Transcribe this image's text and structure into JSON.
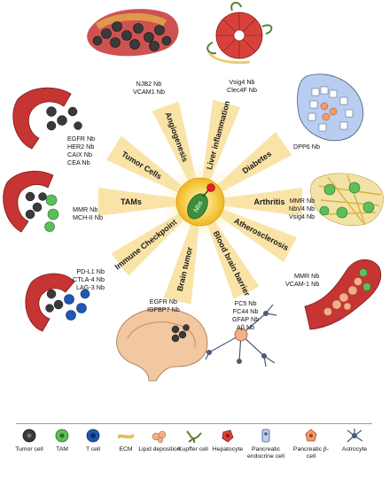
{
  "center": {
    "label": "Nbs"
  },
  "rays": [
    {
      "id": "angiogenesis",
      "label": "Angiogenesis"
    },
    {
      "id": "liver",
      "label": "Liver inflammation"
    },
    {
      "id": "diabetes",
      "label": "Diabetes"
    },
    {
      "id": "arthritis",
      "label": "Arthritis"
    },
    {
      "id": "athero",
      "label": "Atherosclerosis"
    },
    {
      "id": "bbb",
      "label": "Blood brain barrier"
    },
    {
      "id": "brain",
      "label": "Brain tumor"
    },
    {
      "id": "checkpoint",
      "label": "Immune Checkpoint"
    },
    {
      "id": "tams",
      "label": "TAMs"
    },
    {
      "id": "tumor",
      "label": "Tumor Cells"
    }
  ],
  "nanobodies": {
    "angiogenesis": [
      "NJB2 Nb",
      "VCAM1 Nb"
    ],
    "liver": [
      "Vsig4 Nb",
      "Clec4F Nb"
    ],
    "diabetes": [
      "DPP6 Nb"
    ],
    "arthritis": [
      "MMR Nb",
      "NbV4 Nb",
      "Vsig4 Nb"
    ],
    "athero": [
      "MMR Nb",
      "VCAM-1 Nb"
    ],
    "bbb": [
      "FC5 Nb",
      "FC44 Nb",
      "GFAP Nb",
      "Aβ Nb"
    ],
    "brain": [
      "EGFR Nb",
      "IGFBP7 Nb"
    ],
    "checkpoint": [
      "PD-L1 Nb",
      "CTLA-4 Nb",
      "LAG-3 Nb"
    ],
    "tams": [
      "MMR Nb",
      "MCH-II Nb"
    ],
    "tumor": [
      "EGFR Nb",
      "HER2 Nb",
      "CAIX Nb",
      "CEA Nb"
    ]
  },
  "legend": [
    {
      "id": "tumor-cell",
      "label": "Tumor cell",
      "icon": "tumor-cell-icon",
      "color": "#3a3a3a"
    },
    {
      "id": "tam",
      "label": "TAM",
      "icon": "tam-icon",
      "color": "#5cbf5a"
    },
    {
      "id": "t-cell",
      "label": "T cell",
      "icon": "t-cell-icon",
      "color": "#1f57b4"
    },
    {
      "id": "ecm",
      "label": "ECM",
      "icon": "ecm-icon",
      "color": "#e8c24a"
    },
    {
      "id": "lipid",
      "label": "Lipid deposition",
      "icon": "lipid-icon",
      "color": "#f0b08a"
    },
    {
      "id": "kupffer",
      "label": "Kupffer cell",
      "icon": "kupffer-icon",
      "color": "#5c7d3a"
    },
    {
      "id": "hepatocyte",
      "label": "Hepatocyte",
      "icon": "hepatocyte-icon",
      "color": "#d8413a"
    },
    {
      "id": "endocrine",
      "label": "Pancreatic endocrine cell",
      "icon": "endocrine-icon",
      "color": "#b9cdf0"
    },
    {
      "id": "beta",
      "label": "Pancreatic β-cell",
      "icon": "beta-cell-icon",
      "color": "#f39c6a"
    },
    {
      "id": "astrocyte",
      "label": "Astrocyte",
      "icon": "astrocyte-icon",
      "color": "#4a5a78"
    }
  ],
  "colors": {
    "ray": "#f7d98a",
    "center": "#f2c12e",
    "nanobody": "#3f8f3a",
    "antigen": "#e0202a",
    "vessel": "#c63434"
  }
}
